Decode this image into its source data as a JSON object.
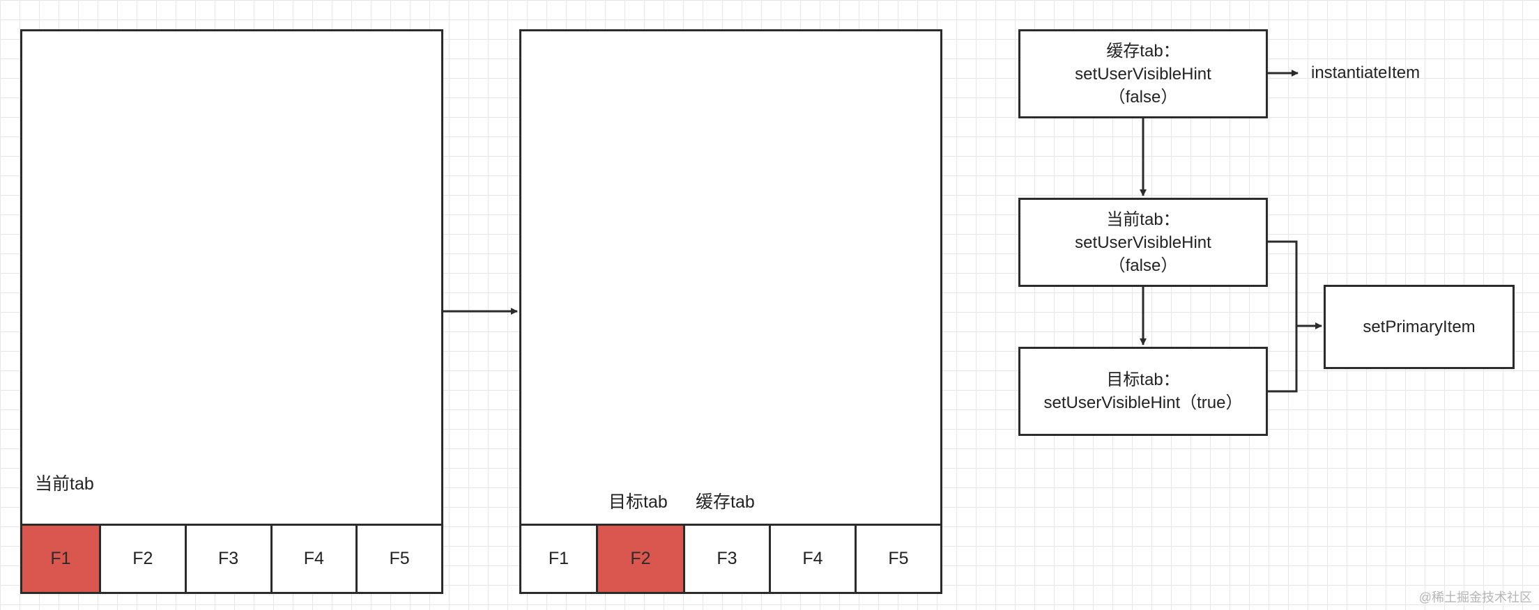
{
  "left_screen": {
    "label": "当前tab",
    "tabs": [
      {
        "label": "F1",
        "active": true
      },
      {
        "label": "F2",
        "active": false
      },
      {
        "label": "F3",
        "active": false
      },
      {
        "label": "F4",
        "active": false
      },
      {
        "label": "F5",
        "active": false
      }
    ]
  },
  "right_screen": {
    "target_label": "目标tab",
    "cache_label": "缓存tab",
    "tabs": [
      {
        "label": "F1",
        "active": false
      },
      {
        "label": "F2",
        "active": true
      },
      {
        "label": "F3",
        "active": false
      },
      {
        "label": "F4",
        "active": false
      },
      {
        "label": "F5",
        "active": false
      }
    ]
  },
  "flow": {
    "cache_box": {
      "line1": "缓存tab：",
      "line2": "setUserVisibleHint",
      "line3": "（false）"
    },
    "current_box": {
      "line1": "当前tab：",
      "line2": "setUserVisibleHint",
      "line3": "（false）"
    },
    "target_box": {
      "line1": "目标tab：",
      "line2": "setUserVisibleHint（true）"
    },
    "instantiate_label": "instantiateItem",
    "primary_box": "setPrimaryItem"
  },
  "colors": {
    "active_tab": "#d9574f",
    "stroke": "#2b2b2b",
    "grid": "#e6e6e6"
  },
  "watermark": "@稀土掘金技术社区"
}
